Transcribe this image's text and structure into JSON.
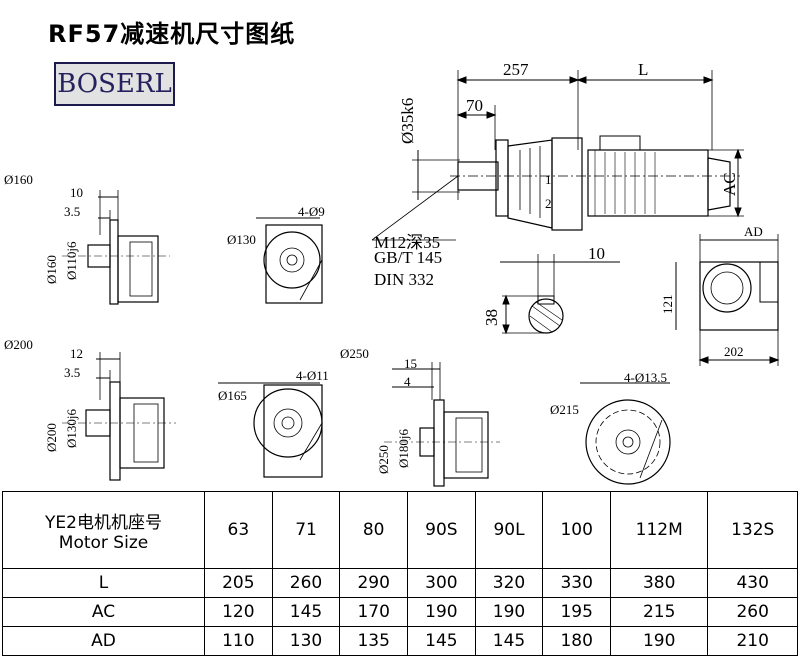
{
  "title": "RF57减速机尺寸图纸",
  "logo": "BOSERL",
  "drawing": {
    "labels": {
      "d160": "Ø160",
      "d200": "Ø200",
      "d250": "Ø250",
      "dim_10": "10",
      "dim_3_5a": "3.5",
      "dim_12": "12",
      "dim_3_5b": "3.5",
      "dim_15": "15",
      "dim_4": "4",
      "flange160": "Ø160",
      "shaft110": "Ø110j6",
      "flange200": "Ø200",
      "shaft130": "Ø130j6",
      "flange250": "Ø250",
      "shaft180": "Ø180j6",
      "pcd130": "Ø130",
      "holes9": "4-Ø9",
      "pcd165": "Ø165",
      "holes11": "4-Ø11",
      "pcd215": "Ø215",
      "holes13_5": "4-Ø13.5",
      "dim_257": "257",
      "dim_L": "L",
      "dim_70": "70",
      "shaft35": "Ø35k6",
      "dim_AC": "AC",
      "dim_AD": "AD",
      "thread": "M12深35",
      "std1": "GB/T 145",
      "std2": "DIN 332",
      "key10": "10",
      "key38": "38",
      "dim_121": "121",
      "dim_202": "202",
      "num_1": "1",
      "num_2": "2"
    }
  },
  "table": {
    "header_label_line1": "YE2电机机座号",
    "header_label_line2": "Motor Size",
    "motor_sizes": [
      "63",
      "71",
      "80",
      "90S",
      "90L",
      "100",
      "112M",
      "132S"
    ],
    "rows": [
      {
        "label": "L",
        "values": [
          "205",
          "260",
          "290",
          "300",
          "320",
          "330",
          "380",
          "430"
        ]
      },
      {
        "label": "AC",
        "values": [
          "120",
          "145",
          "170",
          "190",
          "190",
          "195",
          "215",
          "260"
        ]
      },
      {
        "label": "AD",
        "values": [
          "110",
          "130",
          "135",
          "145",
          "145",
          "180",
          "190",
          "210"
        ]
      }
    ]
  }
}
